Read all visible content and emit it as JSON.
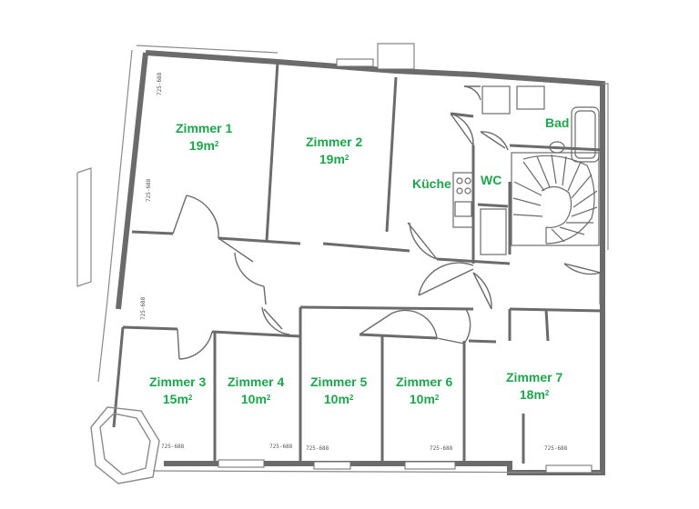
{
  "rooms": [
    {
      "id": "zimmer-1",
      "name": "Zimmer 1",
      "area": "19m",
      "unit": "2"
    },
    {
      "id": "zimmer-2",
      "name": "Zimmer 2",
      "area": "19m",
      "unit": "2"
    },
    {
      "id": "kueche",
      "name": "Küche"
    },
    {
      "id": "wc",
      "name": "WC"
    },
    {
      "id": "bad",
      "name": "Bad"
    },
    {
      "id": "zimmer-3",
      "name": "Zimmer 3",
      "area": "15m",
      "unit": "2"
    },
    {
      "id": "zimmer-4",
      "name": "Zimmer 4",
      "area": "10m",
      "unit": "2"
    },
    {
      "id": "zimmer-5",
      "name": "Zimmer 5",
      "area": "10m",
      "unit": "2"
    },
    {
      "id": "zimmer-6",
      "name": "Zimmer 6",
      "area": "10m",
      "unit": "2"
    },
    {
      "id": "zimmer-7",
      "name": "Zimmer 7",
      "area": "18m",
      "unit": "2"
    }
  ],
  "window_marks": [
    "725-688",
    "725-688",
    "725-688",
    "725-688",
    "725-688",
    "725-688",
    "725-688",
    "725-688"
  ],
  "colors": {
    "label": "#1aa84a",
    "wall": "#6b6b6b",
    "line": "#8a8a8a"
  }
}
